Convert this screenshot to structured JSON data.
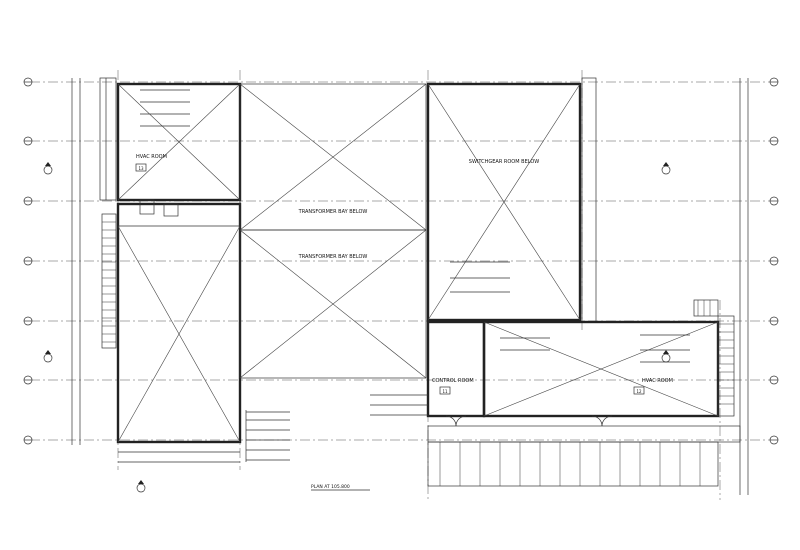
{
  "rooms": {
    "hvac_left": {
      "label": "HVAC ROOM",
      "tag": "13"
    },
    "transformer_upper": {
      "label": "TRANSFORMER BAY BELOW"
    },
    "transformer_lower": {
      "label": "TRANSFORMER BAY BELOW"
    },
    "switchgear": {
      "label": "SWITCHGEAR ROOM BELOW"
    },
    "control": {
      "label": "CONTROL ROOM",
      "tag": "11"
    },
    "hvac_right": {
      "label": "HVAC ROOM",
      "tag": "12"
    }
  },
  "plan_title": "PLAN AT 105.800"
}
